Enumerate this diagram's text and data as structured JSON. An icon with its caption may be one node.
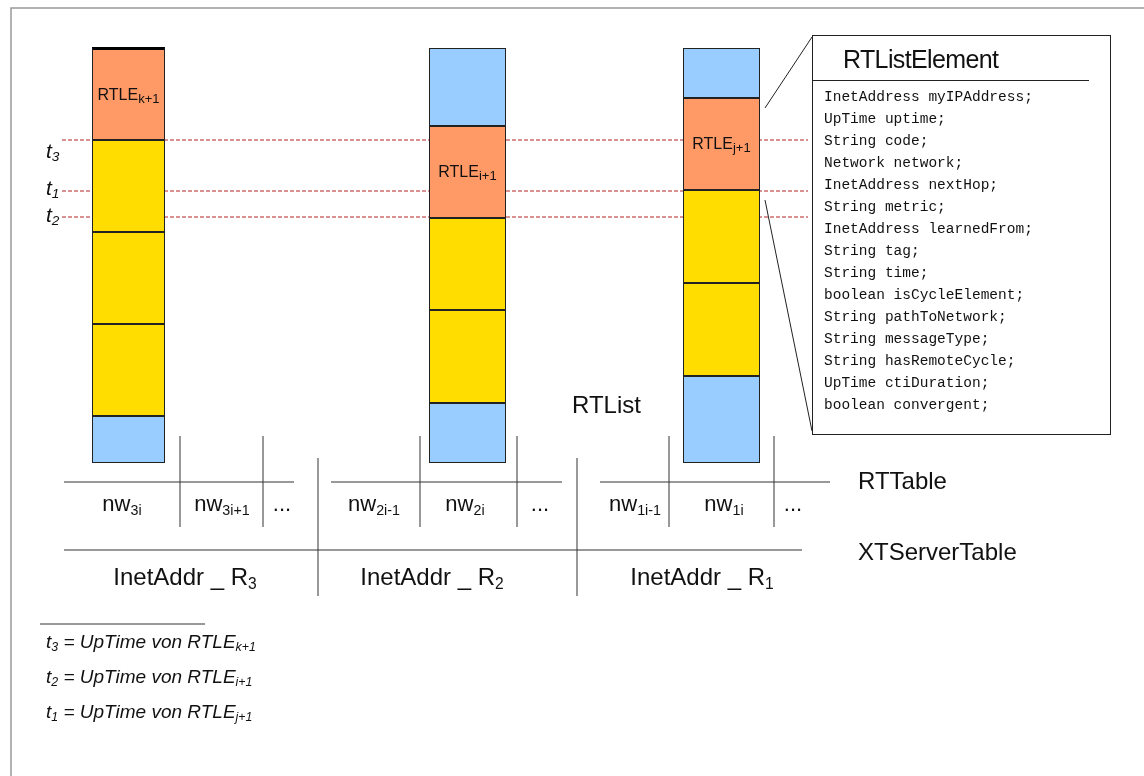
{
  "diagram": {
    "nodes": [
      {
        "text": [
          "RTLE$_{k+1}$"
        ]
      },
      {
        "text": [],
        "shape": "box"
      },
      {
        "text": [],
        "shape": "box"
      },
      {
        "text": [],
        "shape": "box"
      },
      {
        "text": [],
        "shape": "box"
      },
      {
        "text": [],
        "shape": "box"
      },
      {
        "text": [
          "RTLE$_{i+1}$"
        ]
      },
      {
        "text": [],
        "shape": "box"
      },
      {
        "text": [],
        "shape": "box"
      },
      {
        "text": [],
        "shape": "box"
      },
      {
        "text": [],
        "shape": "box"
      },
      {
        "text": [
          "RTLE$_{j+1}$"
        ]
      },
      {
        "text": [],
        "shape": "box"
      },
      {
        "text": [],
        "shape": "box"
      },
      {
        "text": [],
        "shape": "box"
      },
      {
        "text": [
          "RTListElement",
          "InetAddress myIPAddress;",
          "UpTime uptime;",
          "String code;",
          "Network network;",
          "InetAddress nextHop;",
          "String metric;",
          "InetAddress learnedFrom;",
          "String tag;",
          "String time;",
          "boolean isCycleElement;",
          "String pathToNetwork;",
          "String messageType;",
          "String hasRemoteCycle;",
          "UpTime ctiDuration;",
          "boolean convergent;"
        ]
      }
    ],
    "edges": [
      {
        "from": 11,
        "to": 15,
        "arrow": "none"
      },
      {
        "from": 11,
        "to": 15,
        "arrow": "none"
      }
    ],
    "labels": [
      "t$_{3}$",
      "t$_{1}$",
      "t$_{2}$",
      "RTList",
      "RTTable",
      "nw$_{3i}$",
      "nw$_{3i+1}$",
      "...",
      "nw$_{2i-1}$",
      "nw$_{2i}$",
      "...",
      "nw$_{1i-1}$",
      "nw$_{1i}$",
      "...",
      "XTServerTable",
      "InetAddr _ R$_{3}$",
      "InetAddr _ R$_{2}$",
      "InetAddr _ R$_{1}$",
      "t$_{3}$ = UpTime von RTLE$_{k+1}$",
      "t$_{2}$ = UpTime von RTLE$_{i+1}$",
      "t$_{1}$ = UpTime von RTLE$_{j+1}$"
    ]
  }
}
